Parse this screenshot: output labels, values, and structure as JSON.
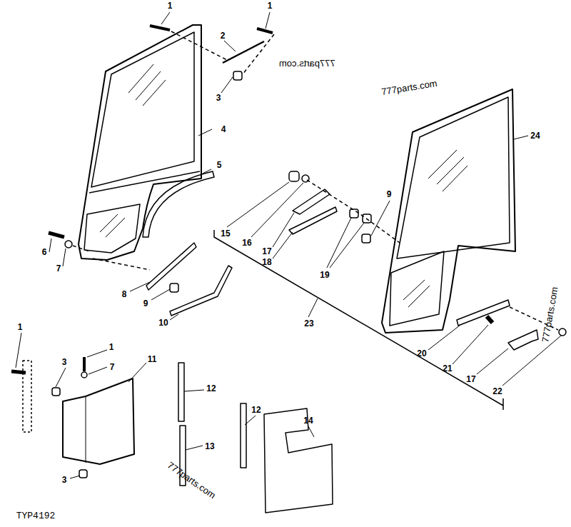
{
  "diagram": {
    "labels": [
      "1",
      "1",
      "2",
      "777parts.com",
      "3",
      "777parts.com",
      "4",
      "24",
      "5",
      "9",
      "15",
      "16",
      "17",
      "18",
      "19",
      "6",
      "7",
      "8",
      "9",
      "10",
      "23",
      "777parts.com",
      "20",
      "21",
      "17",
      "22",
      "1",
      "1",
      "3",
      "7",
      "11",
      "12",
      "12",
      "14",
      "13",
      "777parts.com",
      "3",
      "TYP4192"
    ]
  }
}
